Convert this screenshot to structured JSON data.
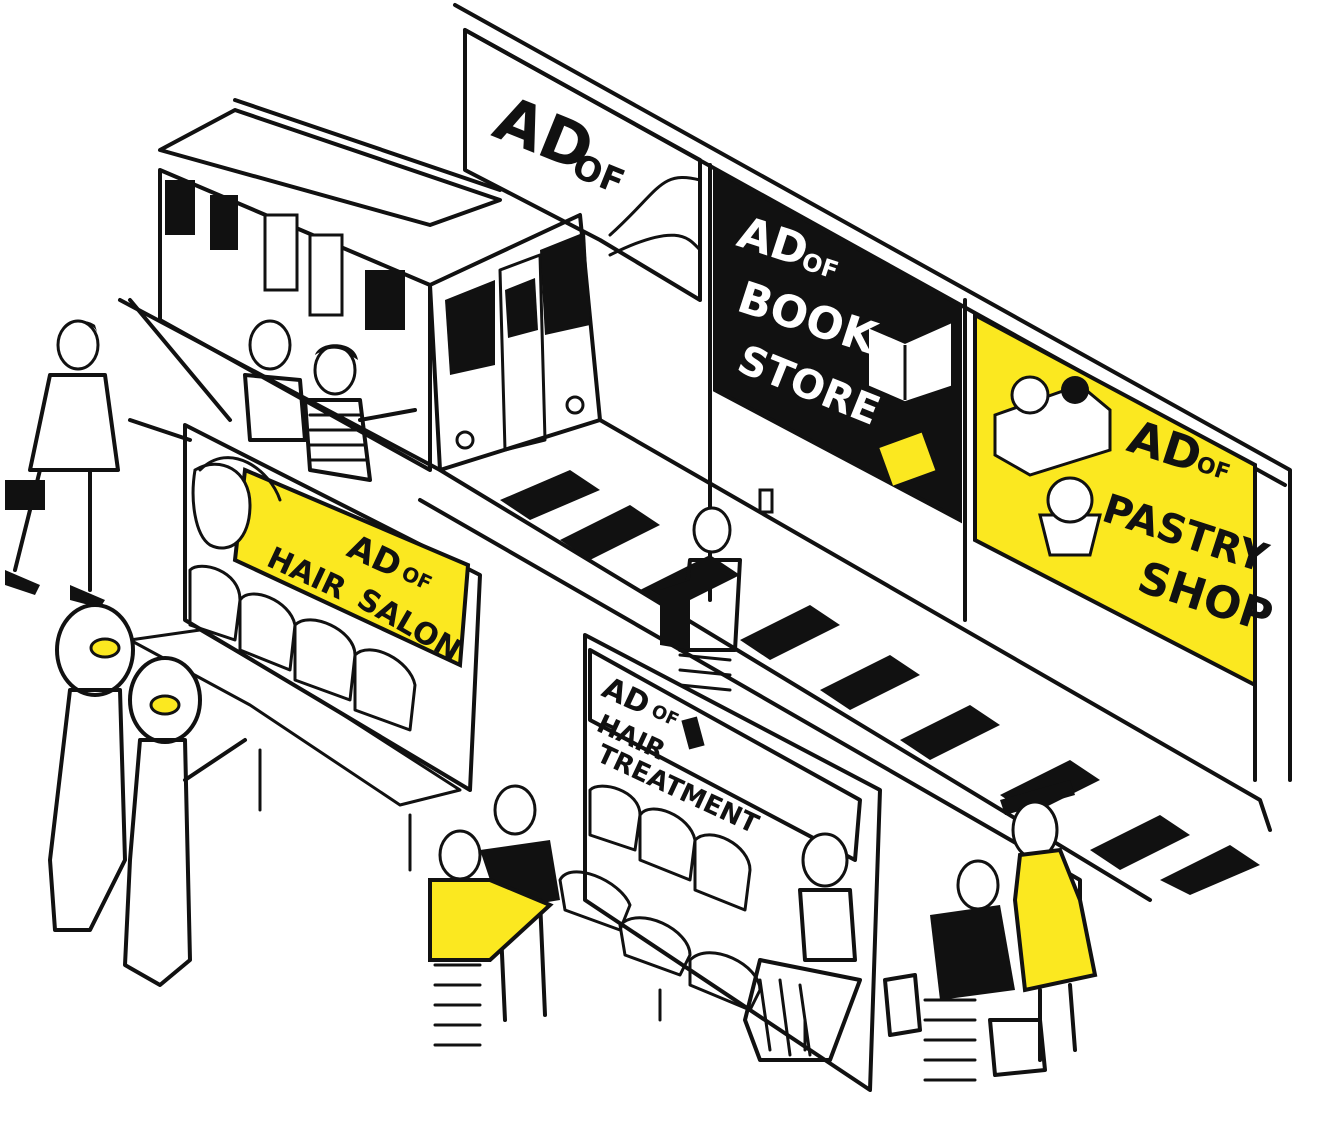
{
  "illustration": {
    "colors": {
      "ink": "#111111",
      "accent": "#fbe820",
      "paper": "#ffffff"
    },
    "billboards": {
      "top": {
        "line1": "AD",
        "line2": "OF"
      },
      "bookstore": {
        "line1": "AD",
        "line2": "OF",
        "line3": "BOOK",
        "line4": "STORE"
      },
      "pastry": {
        "line1": "AD",
        "line2": "OF",
        "line3": "PASTRY",
        "line4": "SHOP"
      }
    },
    "bench_signs": {
      "hair_salon": {
        "line1": "AD",
        "line2": "OF",
        "line3": "HAIR",
        "line4": "SALON"
      },
      "hair_treatment": {
        "line1": "AD",
        "line2": "OF",
        "line3": "HAIR",
        "line4": "TREATMENT"
      }
    }
  }
}
